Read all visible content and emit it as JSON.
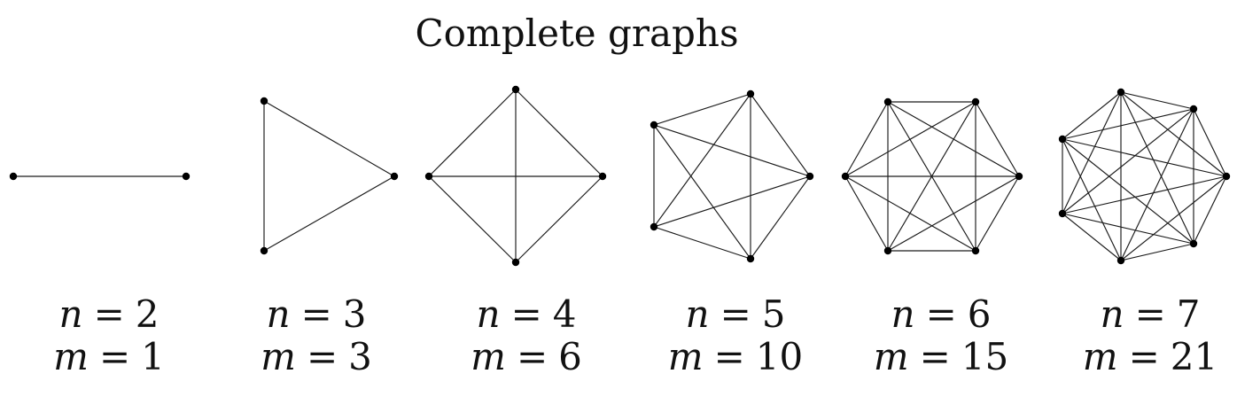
{
  "title": "Complete graphs",
  "graphs": [
    {
      "n": "2",
      "m": "1"
    },
    {
      "n": "3",
      "m": "3"
    },
    {
      "n": "4",
      "m": "6"
    },
    {
      "n": "5",
      "m": "10"
    },
    {
      "n": "6",
      "m": "15"
    },
    {
      "n": "7",
      "m": "21"
    }
  ],
  "labels": {
    "n_symbol": "n",
    "m_symbol": "m",
    "equals": "="
  },
  "colors": {
    "edge": "#1a1a1a",
    "vertex": "#000000",
    "background": "#ffffff"
  }
}
